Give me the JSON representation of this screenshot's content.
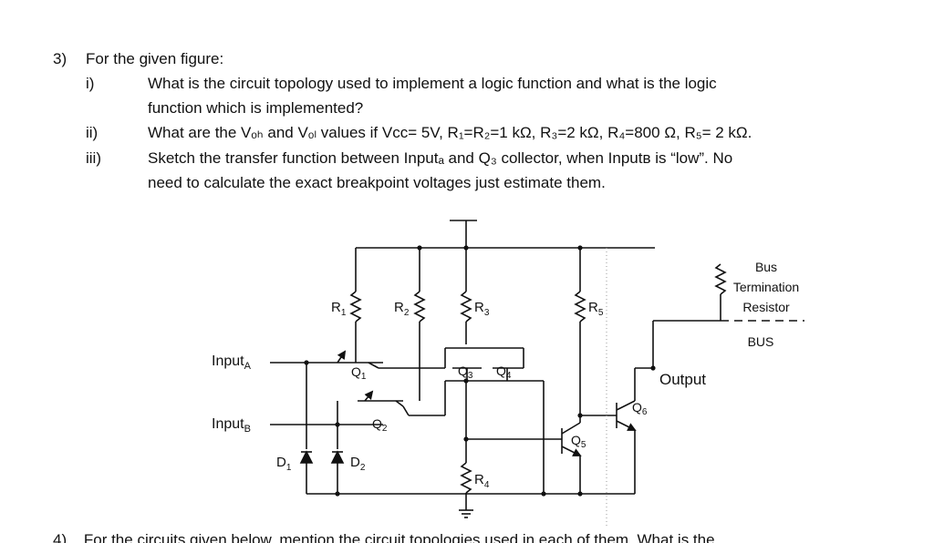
{
  "question": {
    "number": "3)",
    "intro": "For the given figure:",
    "items": [
      {
        "num": "i)",
        "lines": [
          "What is the circuit topology used to implement a logic function and what is the logic",
          "function which is implemented?"
        ]
      },
      {
        "num": "ii)",
        "lines": [
          "What are the Vₒₕ and Vₒₗ values if Vᴄᴄ= 5V, R₁=R₂=1 kΩ, R₃=2 kΩ, R₄=800 Ω, R₅= 2 kΩ."
        ]
      },
      {
        "num": "iii)",
        "lines": [
          "Sketch the transfer function between Inputₐ and Q₃ collector, when Inputʙ is “low”. No",
          "need to calculate the exact breakpoint voltages just estimate them."
        ]
      }
    ]
  },
  "circuit": {
    "input_a": "Input",
    "input_a_sub": "A",
    "input_b": "Input",
    "input_b_sub": "B",
    "r1": "R",
    "r1_sub": "1",
    "r2": "R",
    "r2_sub": "2",
    "r3": "R",
    "r3_sub": "3",
    "r4": "R",
    "r4_sub": "4",
    "r5": "R",
    "r5_sub": "5",
    "q1": "Q",
    "q1_sub": "1",
    "q2": "Q",
    "q2_sub": "2",
    "q3": "Q",
    "q3_sub": "3",
    "q4": "Q",
    "q4_sub": "4",
    "q5": "Q",
    "q5_sub": "5",
    "q6": "Q",
    "q6_sub": "6",
    "d1": "D",
    "d1_sub": "1",
    "d2": "D",
    "d2_sub": "2",
    "output": "Output",
    "bus_term_1": "Bus",
    "bus_term_2": "Termination",
    "bus_term_3": "Resistor",
    "bus": "BUS"
  },
  "next_question": {
    "number": "4)",
    "text": "For the circuits given below, mention the circuit topologies used in each of them. What is the"
  }
}
